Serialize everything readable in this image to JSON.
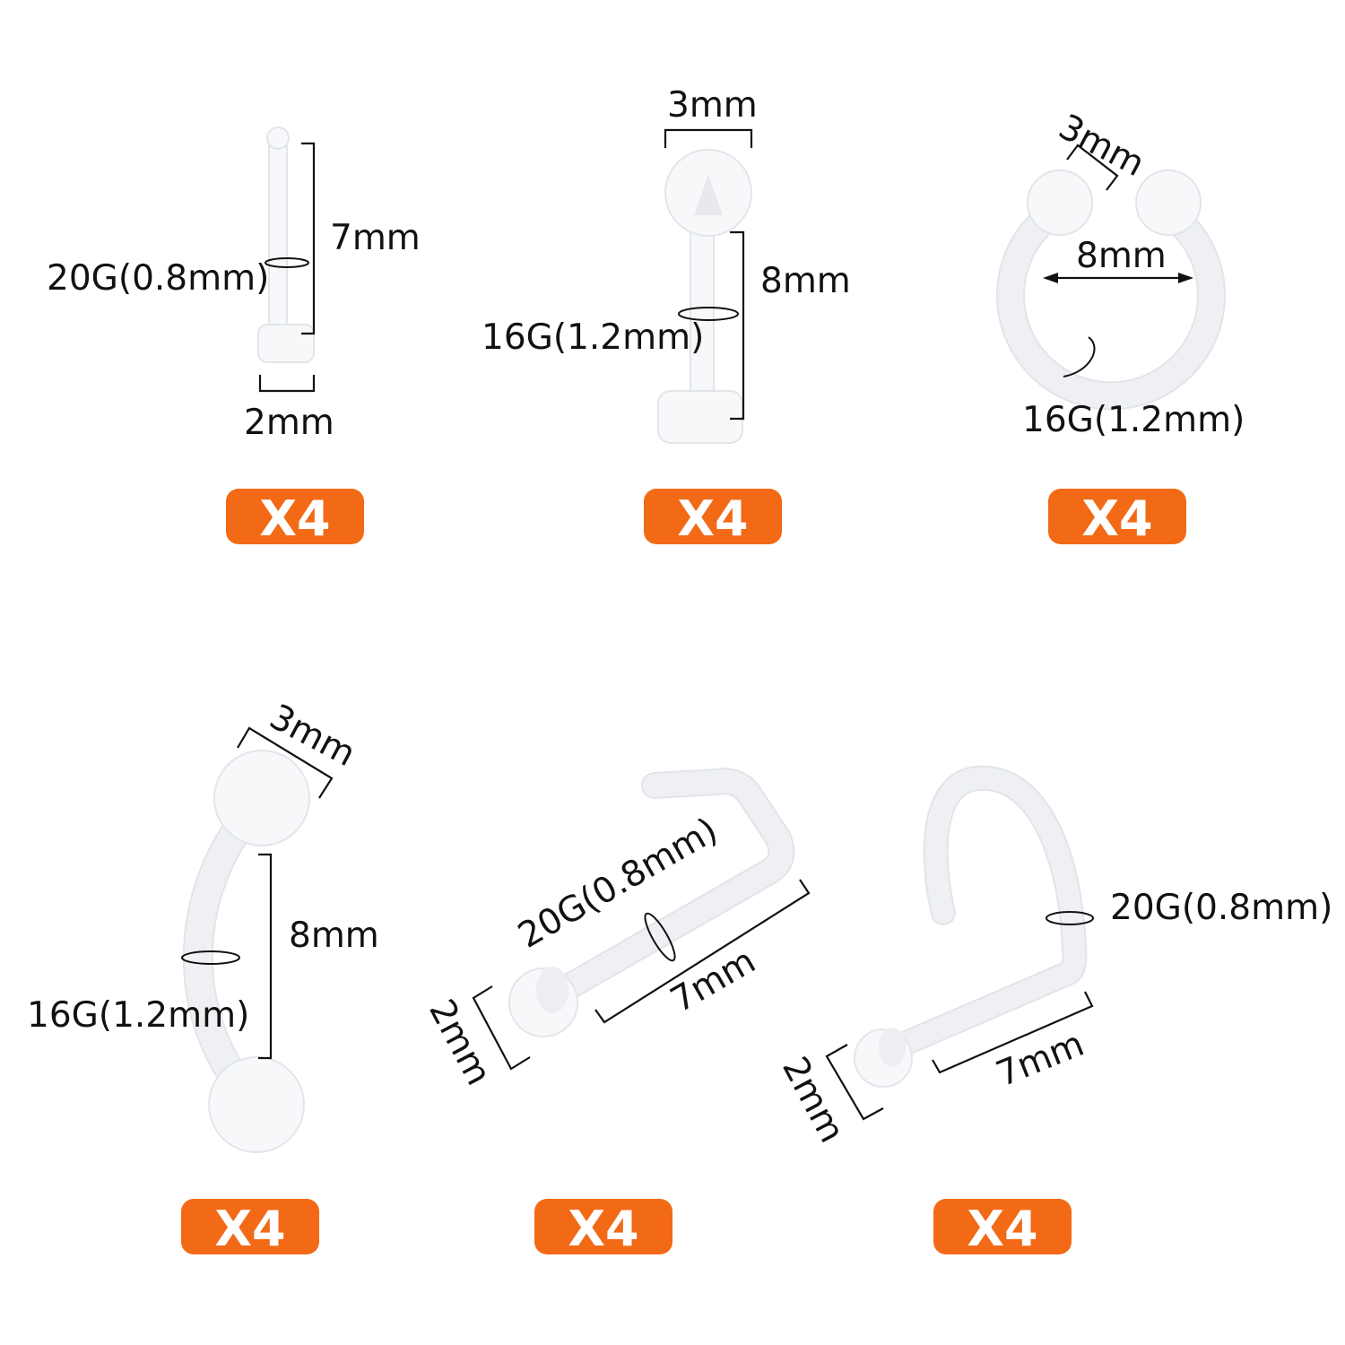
{
  "accent_color": "#f26a16",
  "items": [
    {
      "name_icon": "straight-labret-stud-icon",
      "labels": {
        "length": "7mm",
        "gauge": "20G(0.8mm)",
        "disc": "2mm"
      },
      "badge": "X4"
    },
    {
      "name_icon": "ball-labret-stud-icon",
      "labels": {
        "ball": "3mm",
        "length": "8mm",
        "gauge": "16G(1.2mm)"
      },
      "badge": "X4"
    },
    {
      "name_icon": "horseshoe-ring-icon",
      "labels": {
        "ball": "3mm",
        "diameter": "8mm",
        "gauge": "16G(1.2mm)"
      },
      "badge": "X4"
    },
    {
      "name_icon": "curved-barbell-icon",
      "labels": {
        "ball": "3mm",
        "length": "8mm",
        "gauge": "16G(1.2mm)"
      },
      "badge": "X4"
    },
    {
      "name_icon": "l-shaped-nose-stud-icon",
      "labels": {
        "gauge": "20G(0.8mm)",
        "length": "7mm",
        "head": "2mm"
      },
      "badge": "X4"
    },
    {
      "name_icon": "nose-screw-icon",
      "labels": {
        "gauge": "20G(0.8mm)",
        "length": "7mm",
        "head": "2mm"
      },
      "badge": "X4"
    }
  ]
}
